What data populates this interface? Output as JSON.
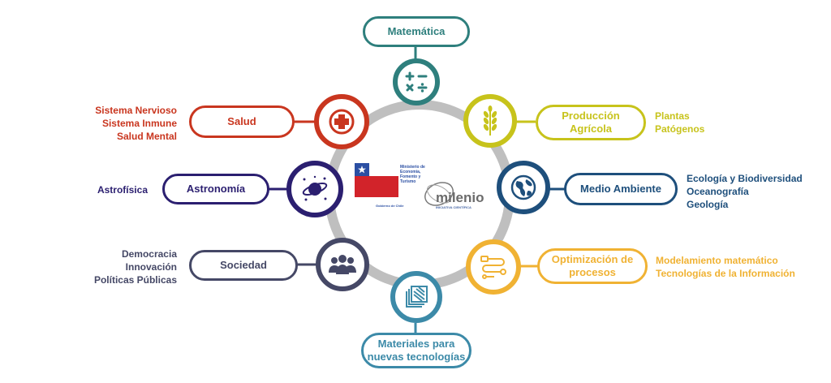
{
  "colors": {
    "matematica": "#2e7f7d",
    "salud": "#c9361f",
    "produccion": "#c7c31b",
    "astronomia": "#2b1f70",
    "medio": "#1e4f7c",
    "sociedad": "#454866",
    "optimizacion": "#f0b233",
    "materiales": "#3c8aa8",
    "ring": "#bfbfbf"
  },
  "nodes": {
    "matematica": {
      "label": "Matemática",
      "icon": "calculator-icon"
    },
    "salud": {
      "label": "Salud",
      "icon": "health-cross-icon"
    },
    "produccion": {
      "label": "Producción\nAgrícola",
      "icon": "wheat-icon"
    },
    "astronomia": {
      "label": "Astronomía",
      "icon": "planet-icon"
    },
    "medio": {
      "label": "Medio Ambiente",
      "icon": "globe-icon"
    },
    "sociedad": {
      "label": "Sociedad",
      "icon": "people-icon"
    },
    "optimizacion": {
      "label": "Optimización de\nprocesos",
      "icon": "process-flow-icon"
    },
    "materiales": {
      "label": "Materiales para\nnuevas tecnologías",
      "icon": "materials-icon"
    }
  },
  "descriptions": {
    "salud": [
      "Sistema Nervioso",
      "Sistema Inmune",
      "Salud Mental"
    ],
    "astronomia": [
      "Astrofísica"
    ],
    "sociedad": [
      "Democracia",
      "Innovación",
      "Políticas Públicas"
    ],
    "produccion": [
      "Plantas",
      "Patógenos"
    ],
    "medio": [
      "Ecología y Biodiversidad",
      "Oceanografía",
      "Geología"
    ],
    "optimizacion": [
      "Modelamiento matemático",
      "Tecnologías de la Información"
    ]
  },
  "logos": {
    "ministerio": [
      "Ministerio de",
      "Economía,",
      "Fomento y",
      "Turismo"
    ],
    "gobierno": "Gobierno de Chile",
    "milenio": "milenio",
    "milenio_sub": "INICIATIVA CIENTÍFICA"
  }
}
